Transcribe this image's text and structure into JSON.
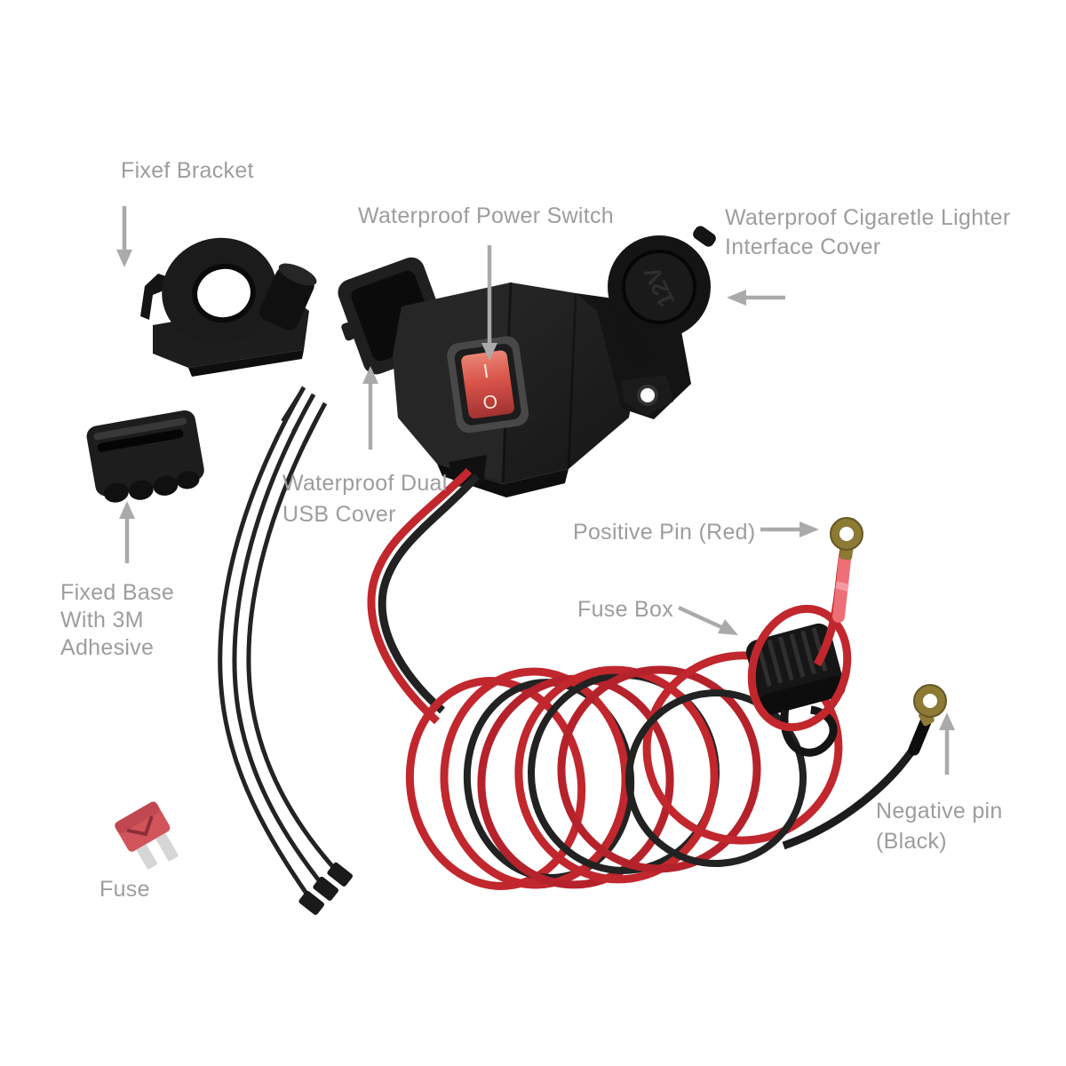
{
  "meta": {
    "kind": "annotated-product-diagram",
    "subject": "Motorcycle waterproof dual USB + cigarette lighter charger kit",
    "background": "#ffffff"
  },
  "colors": {
    "label_text": "#9d9d9d",
    "arrow": "#aaaaaa",
    "plastic_black": "#1c1c1c",
    "wire_red": "#c1272d",
    "wire_black": "#222222",
    "switch_glow_red": "#d9534a",
    "fuse_red": "#d2545b",
    "heatshrink_pink": "#ee6f76",
    "terminal_brass": "#8c7a35"
  },
  "annotations": {
    "fixed_bracket": {
      "text": "Fixef Bracket"
    },
    "power_switch": {
      "text": "Waterproof Power Switch"
    },
    "lighter_cover": {
      "line1": "Waterproof Cigaretle Lighter",
      "line2": "Interface Cover"
    },
    "usb_cover": {
      "line1": "Waterproof Dual",
      "line2": "USB Cover"
    },
    "fixed_base": {
      "line1": "Fixed Base",
      "line2": "With 3M",
      "line3": "Adhesive"
    },
    "positive_pin": {
      "text": "Positive Pin (Red)"
    },
    "fuse_box": {
      "text": "Fuse Box"
    },
    "negative_pin": {
      "line1": "Negative pin",
      "line2": "(Black)"
    },
    "fuse": {
      "text": "Fuse"
    }
  },
  "device_markings": {
    "cap": "12V",
    "switch_top": "I",
    "switch_bottom": "O"
  },
  "icons": {
    "bracket-arrow": "down",
    "power-switch-arrow": "down",
    "lighter-cover-arrow": "left",
    "usb-cover-arrow": "up",
    "fixed-base-arrow": "up",
    "positive-pin-arrow": "right",
    "fuse-box-arrow": "down-right",
    "negative-pin-arrow": "up"
  }
}
